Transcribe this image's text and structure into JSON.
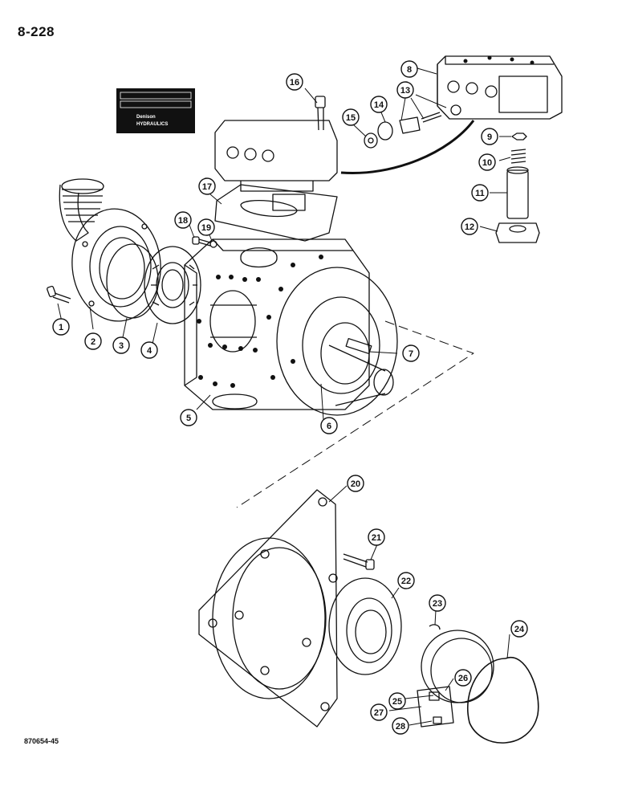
{
  "header": {
    "page_number": "8-228"
  },
  "footer": {
    "figure_code": "870654-45"
  },
  "nameplate": {
    "brand": "Denison",
    "subtitle": "HYDRAULICS"
  },
  "callouts": [
    "1",
    "2",
    "3",
    "4",
    "5",
    "6",
    "7",
    "8",
    "9",
    "10",
    "11",
    "12",
    "13",
    "14",
    "15",
    "16",
    "17",
    "18",
    "19",
    "20",
    "21",
    "22",
    "23",
    "24",
    "25",
    "26",
    "27",
    "28"
  ],
  "colors": {
    "ink": "#111111",
    "paper": "#ffffff"
  }
}
